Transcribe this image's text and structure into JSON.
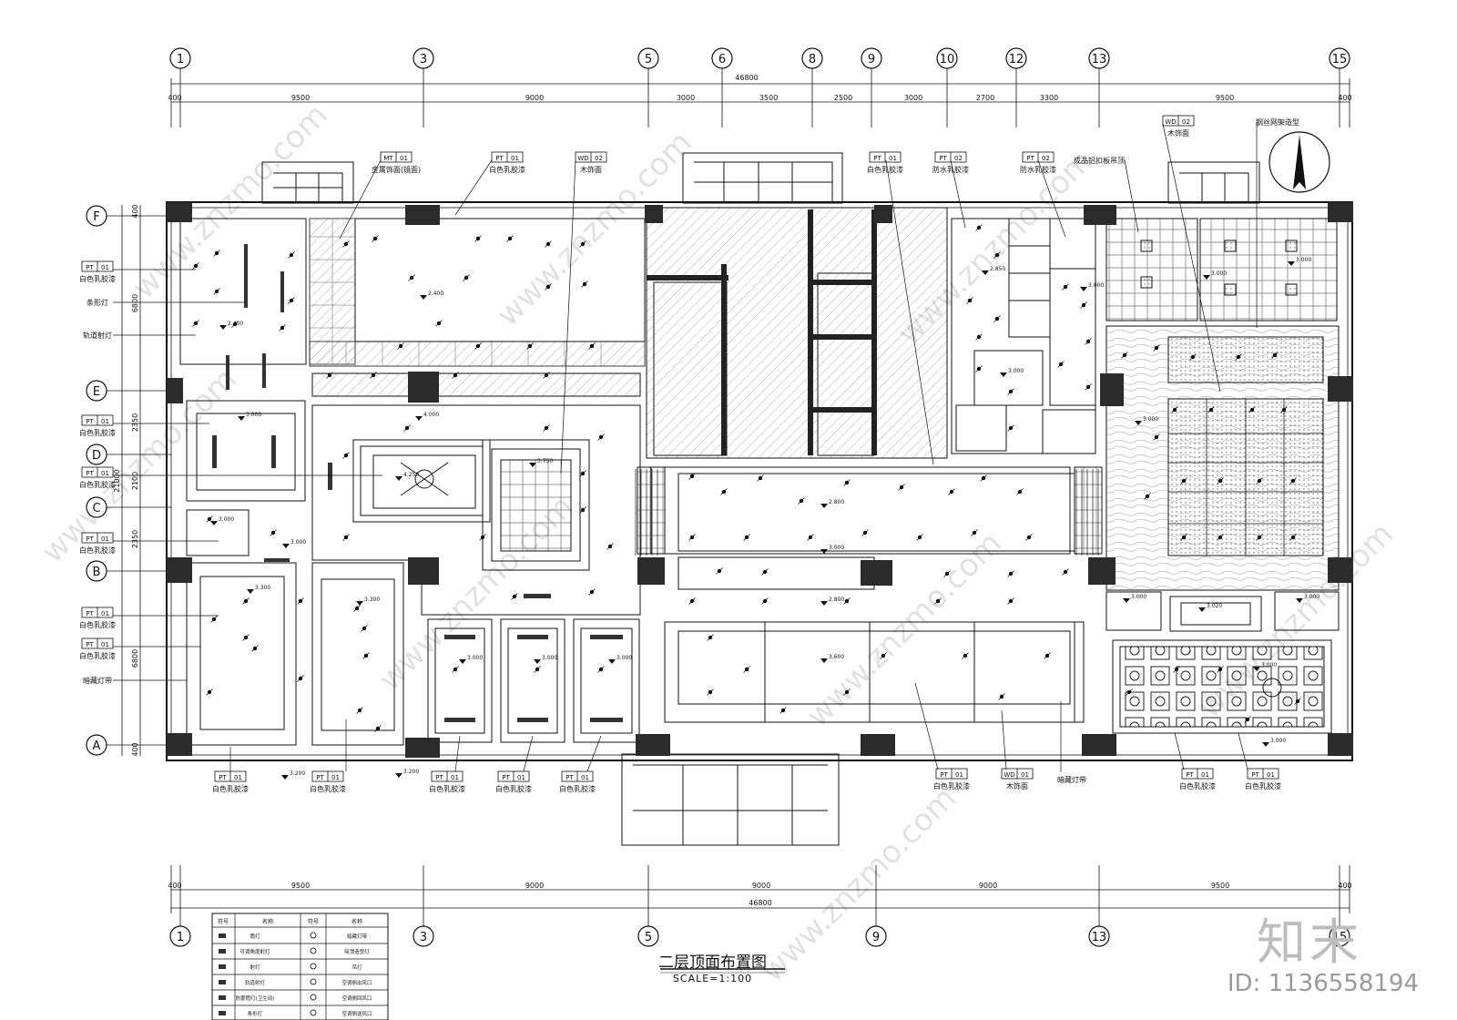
{
  "drawing": {
    "title": "二层顶面布置图",
    "scale": "SCALE=1:100"
  },
  "grid": {
    "top_axes": [
      "1",
      "3",
      "5",
      "6",
      "8",
      "9",
      "10",
      "12",
      "13",
      "15"
    ],
    "bottom_axes": [
      "1",
      "3",
      "5",
      "9",
      "13",
      "15"
    ],
    "left_axes": [
      "F",
      "E",
      "D",
      "C",
      "B",
      "A"
    ],
    "top_total": "46800",
    "top_dims": [
      "400",
      "9500",
      "9000",
      "3000",
      "3500",
      "2500",
      "3000",
      "2700",
      "3300",
      "9500",
      "400"
    ],
    "bottom_total": "46800",
    "bottom_dims": [
      "400",
      "9500",
      "9000",
      "9000",
      "9000",
      "9500",
      "400"
    ],
    "left_total": "21000",
    "left_dims": [
      "400",
      "6800",
      "2350",
      "2100",
      "2350",
      "6800",
      "400"
    ]
  },
  "labels": {
    "top": [
      {
        "code": "MT",
        "num": "01",
        "text": "金属饰面(镜面)"
      },
      {
        "code": "PT",
        "num": "01",
        "text": "白色乳胶漆"
      },
      {
        "code": "WD",
        "num": "02",
        "text": "木饰面"
      },
      {
        "code": "PT",
        "num": "01",
        "text": "白色乳胶漆"
      },
      {
        "code": "PT",
        "num": "02",
        "text": "防水乳胶漆"
      },
      {
        "code": "PT",
        "num": "02",
        "text": "防水乳胶漆"
      },
      {
        "code": "",
        "num": "",
        "text": "成品铝扣板吊顶"
      },
      {
        "code": "WD",
        "num": "02",
        "text": "木饰面"
      },
      {
        "code": "",
        "num": "",
        "text": "钢丝网架造型"
      }
    ],
    "left": [
      {
        "code": "PT",
        "num": "01",
        "text": "白色乳胶漆"
      },
      {
        "code": "",
        "num": "",
        "text": "条形灯"
      },
      {
        "code": "",
        "num": "",
        "text": "轨道射灯"
      },
      {
        "code": "PT",
        "num": "01",
        "text": "白色乳胶漆"
      },
      {
        "code": "PT",
        "num": "01",
        "text": "白色乳胶漆"
      },
      {
        "code": "PT",
        "num": "01",
        "text": "白色乳胶漆"
      },
      {
        "code": "PT",
        "num": "01",
        "text": "白色乳胶漆"
      },
      {
        "code": "PT",
        "num": "01",
        "text": "白色乳胶漆"
      },
      {
        "code": "",
        "num": "",
        "text": "暗藏灯带"
      }
    ],
    "bottom": [
      {
        "code": "PT",
        "num": "01",
        "text": "白色乳胶漆"
      },
      {
        "code": "PT",
        "num": "01",
        "text": "白色乳胶漆"
      },
      {
        "code": "PT",
        "num": "01",
        "text": "白色乳胶漆"
      },
      {
        "code": "PT",
        "num": "01",
        "text": "白色乳胶漆"
      },
      {
        "code": "PT",
        "num": "01",
        "text": "白色乳胶漆"
      },
      {
        "code": "PT",
        "num": "01",
        "text": "白色乳胶漆"
      },
      {
        "code": "WD",
        "num": "01",
        "text": "木饰面"
      },
      {
        "code": "",
        "num": "",
        "text": "暗藏灯带"
      },
      {
        "code": "PT",
        "num": "01",
        "text": "白色乳胶漆"
      },
      {
        "code": "PT",
        "num": "01",
        "text": "白色乳胶漆"
      }
    ]
  },
  "elevations": [
    "2.400",
    "3.000",
    "4.000",
    "4.250",
    "3.750",
    "3.300",
    "3.200",
    "2.800",
    "3.000",
    "3.600",
    "2.850",
    "3.000",
    "3.020"
  ],
  "legend": {
    "headers": [
      "符号",
      "名称",
      "符号",
      "名称"
    ],
    "rows": [
      [
        "筒灯",
        "",
        "暗藏灯带"
      ],
      [
        "可调角度射灯",
        "",
        "吸顶造型灯"
      ],
      [
        "射灯",
        "",
        "吊灯"
      ],
      [
        "轨道射灯",
        "",
        "空调侧出风口"
      ],
      [
        "防雾筒灯(卫生间)",
        "",
        "空调侧回风口"
      ],
      [
        "条形灯",
        "",
        "空调侧送风口"
      ]
    ]
  },
  "watermark": {
    "site": "www.znzmo.com",
    "brand": "知末",
    "id": "ID: 1136558194"
  },
  "colors": {
    "line": "#111111",
    "column": "#2b2b2b",
    "hatch": "#9a9a9a",
    "watermark": "#c9c9c9"
  }
}
